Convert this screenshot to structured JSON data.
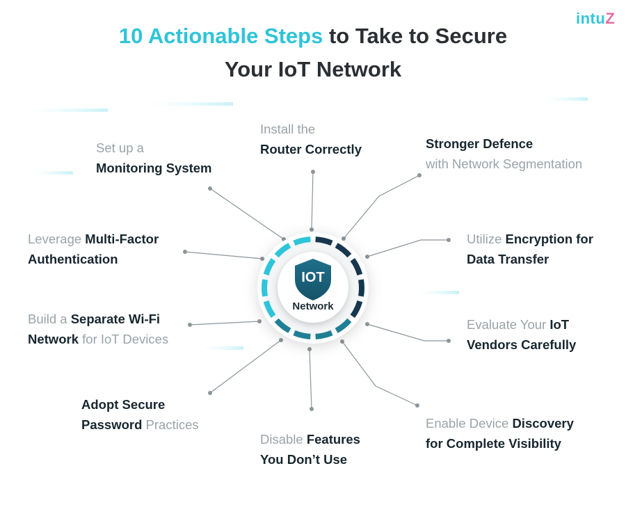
{
  "title": {
    "highlight": "10 Actionable Steps",
    "rest_line1": " to Take to Secure",
    "line2": "Your IoT Network"
  },
  "logo": {
    "main": "intu",
    "accent": "Z"
  },
  "center": {
    "shield_text": "IOT",
    "label": "Network"
  },
  "colors": {
    "cyan": "#2ec4d9",
    "navy": "#17374f",
    "teal": "#1e7f95",
    "gray": "#9aa3a8",
    "dark": "#17262f"
  },
  "steps": [
    {
      "id": "monitoring",
      "line1_light": "Set up a",
      "line2_bold": "Monitoring System"
    },
    {
      "id": "router",
      "line1_light": "Install the",
      "line2_bold": "Router Correctly"
    },
    {
      "id": "segmentation",
      "line1_bold": "Stronger Defence",
      "line2_light": "with Network Segmentation"
    },
    {
      "id": "mfa",
      "line1_light": "Leverage ",
      "line1_bold": "Multi-Factor",
      "line2_bold": "Authentication"
    },
    {
      "id": "encryption",
      "line1_light": "Utilize ",
      "line1_bold": "Encryption for",
      "line2_bold": "Data Transfer"
    },
    {
      "id": "wifi",
      "line1_light": "Build a ",
      "line1_bold": "Separate Wi-Fi",
      "line2_bold": "Network",
      "line2_light": " for IoT Devices"
    },
    {
      "id": "vendors",
      "line1_light": "Evaluate Your ",
      "line1_bold": "IoT",
      "line2_bold": "Vendors Carefully"
    },
    {
      "id": "password",
      "line1_bold": "Adopt Secure",
      "line2_bold": "Password",
      "line2_light": " Practices"
    },
    {
      "id": "features",
      "line1_light": "Disable ",
      "line1_bold": "Features",
      "line2_bold": "You Don’t Use"
    },
    {
      "id": "discovery",
      "line1_light": "Enable Device ",
      "line1_bold": "Discovery",
      "line2_bold": "for Complete Visibility"
    }
  ]
}
